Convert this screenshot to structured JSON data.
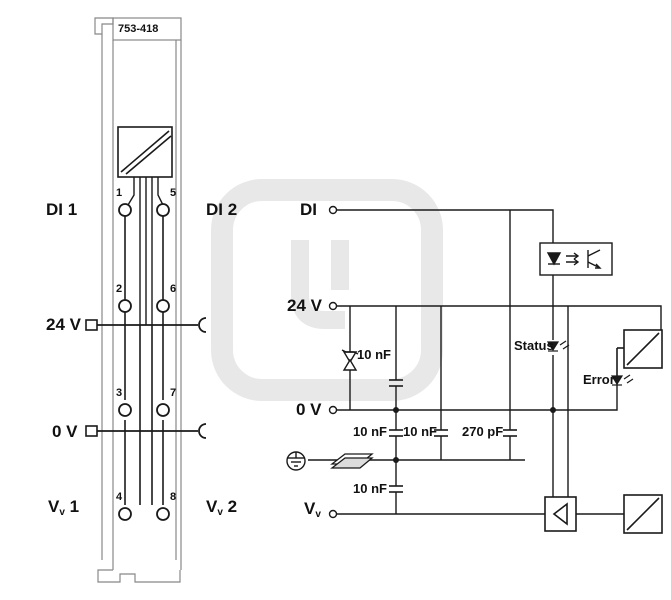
{
  "module": {
    "model": "753-418"
  },
  "terminal_labels": {
    "di1": "DI 1",
    "di2": "DI 2",
    "v24": "24 V",
    "v0": "0 V",
    "vv1_main": "V",
    "vv1_sub": "v",
    "vv1_suffix": " 1",
    "vv2_main": "V",
    "vv2_sub": "v",
    "vv2_suffix": " 2"
  },
  "pins": [
    "1",
    "5",
    "2",
    "6",
    "3",
    "7",
    "4",
    "8"
  ],
  "schematic": {
    "di": "DI",
    "v24": "24 V",
    "v0": "0 V",
    "vv_main": "V",
    "vv_sub": "v",
    "cap_10nf_a": "10 nF",
    "cap_10nf_b": "10 nF",
    "cap_10nf_c": "10 nF",
    "cap_10nf_d": "10 nF",
    "cap_270pf": "270 pF",
    "status": "Status",
    "error": "Error"
  },
  "colors": {
    "line": "#1a1a1a",
    "module_outline": "#888888",
    "watermark": "#e6e6e6"
  }
}
